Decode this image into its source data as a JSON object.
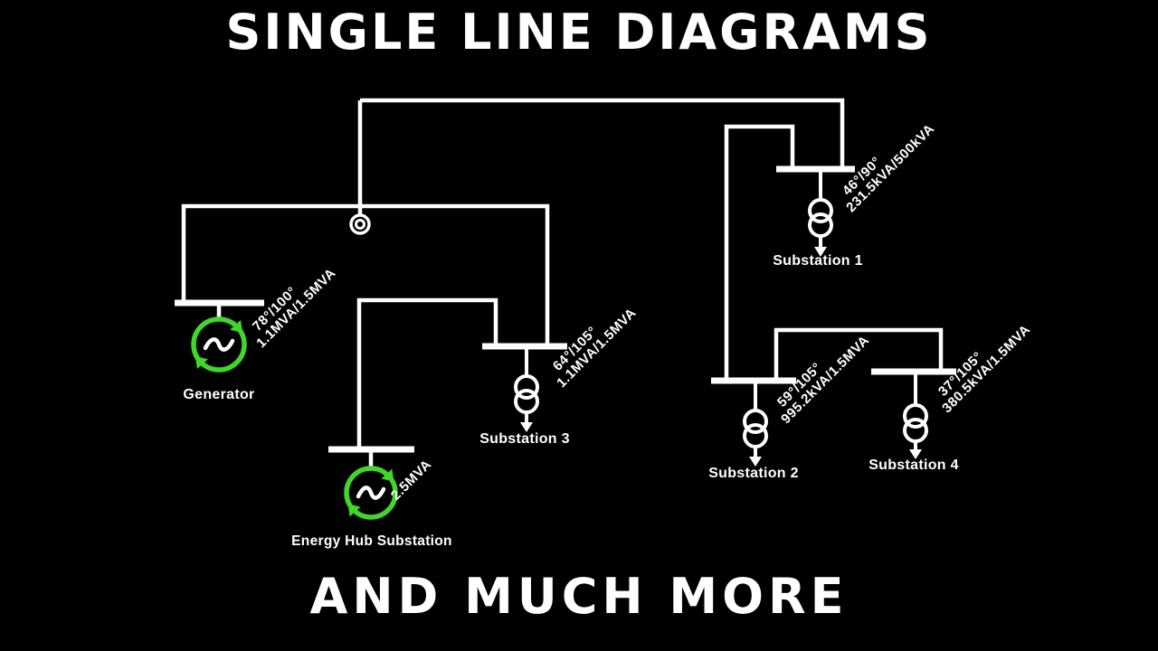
{
  "titles": {
    "top": "SINGLE LINE DIAGRAMS",
    "bottom": "AND MUCH MORE"
  },
  "colors": {
    "background": "#000000",
    "line": "#ffffff",
    "generator_green": "#40d62a"
  },
  "components": {
    "generator": {
      "name": "Generator",
      "rating_line1": "78°/100°",
      "rating_line2": "1.1MVA/1.5MVA"
    },
    "energy_hub": {
      "name": "Energy Hub Substation",
      "rating_line1": "2.5MVA"
    },
    "substation1": {
      "name": "Substation 1",
      "rating_line1": "46°/90°",
      "rating_line2": "231.5kVA/500kVA"
    },
    "substation2": {
      "name": "Substation 2",
      "rating_line1": "59°/105°",
      "rating_line2": "995.2kVA/1.5MVA"
    },
    "substation3": {
      "name": "Substation 3",
      "rating_line1": "64°/105°",
      "rating_line2": "1.1MVA/1.5MVA"
    },
    "substation4": {
      "name": "Substation 4",
      "rating_line1": "37°/105°",
      "rating_line2": "380.5kVA/1.5MVA"
    }
  }
}
